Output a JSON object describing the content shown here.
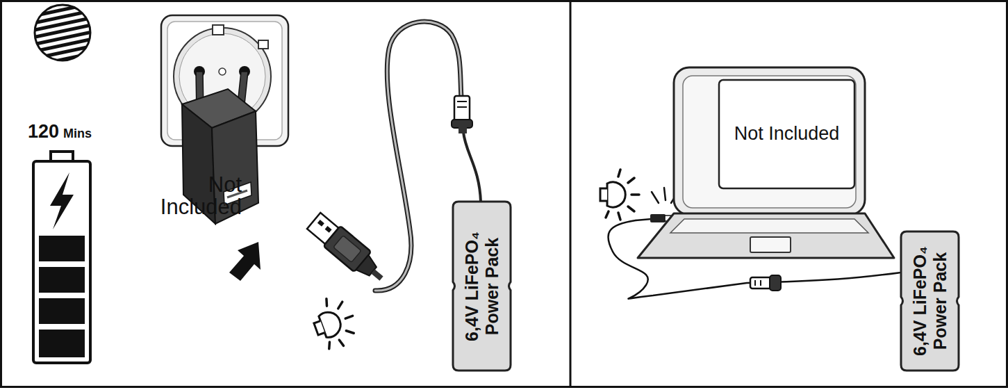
{
  "diagram": {
    "nodes": [
      {
        "text": [
          "6,4V LiFePO₄ Power Pack"
        ]
      },
      {
        "text": [
          "Not Included"
        ]
      },
      {
        "text": [
          "6,4V LiFePO₄ Power Pack"
        ]
      }
    ],
    "edges": [
      {
        "from": 1,
        "to": 2,
        "arrow": "none"
      }
    ],
    "labels": [
      "120",
      "Mins",
      "Not Included"
    ]
  }
}
